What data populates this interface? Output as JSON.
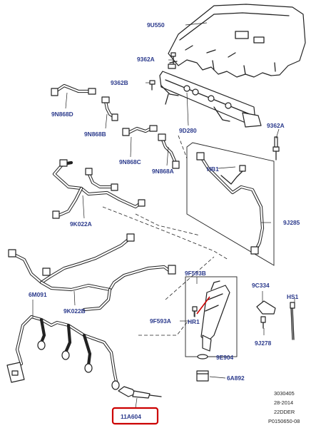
{
  "callouts": {
    "c9U550": "9U550",
    "c9362A_top": "9362A",
    "c9362B": "9362B",
    "c9N868D": "9N868D",
    "c9N868B": "9N868B",
    "c9N868C": "9N868C",
    "c9N868A": "9N868A",
    "c9D280": "9D280",
    "c9362A_right": "9362A",
    "cHB1": "HB1",
    "c9J285": "9J285",
    "c9K022A": "9K022A",
    "c9K022B": "9K022B",
    "c6M091": "6M091",
    "c9F593B": "9F593B",
    "c9F593A": "9F593A",
    "cHR1": "HR1",
    "c9E904": "9E904",
    "c6A892": "6A892",
    "c9C334": "9C334",
    "cHS1": "HS1",
    "c9J278": "9J278",
    "c11A604": "11A604"
  },
  "reference": {
    "line1": "3030405",
    "line2": "28-2014",
    "line3": "22DDER",
    "line4": "P0150650-08"
  },
  "colors": {
    "label": "#2b3a8c",
    "highlight": "#cc0000",
    "line": "#222222"
  }
}
